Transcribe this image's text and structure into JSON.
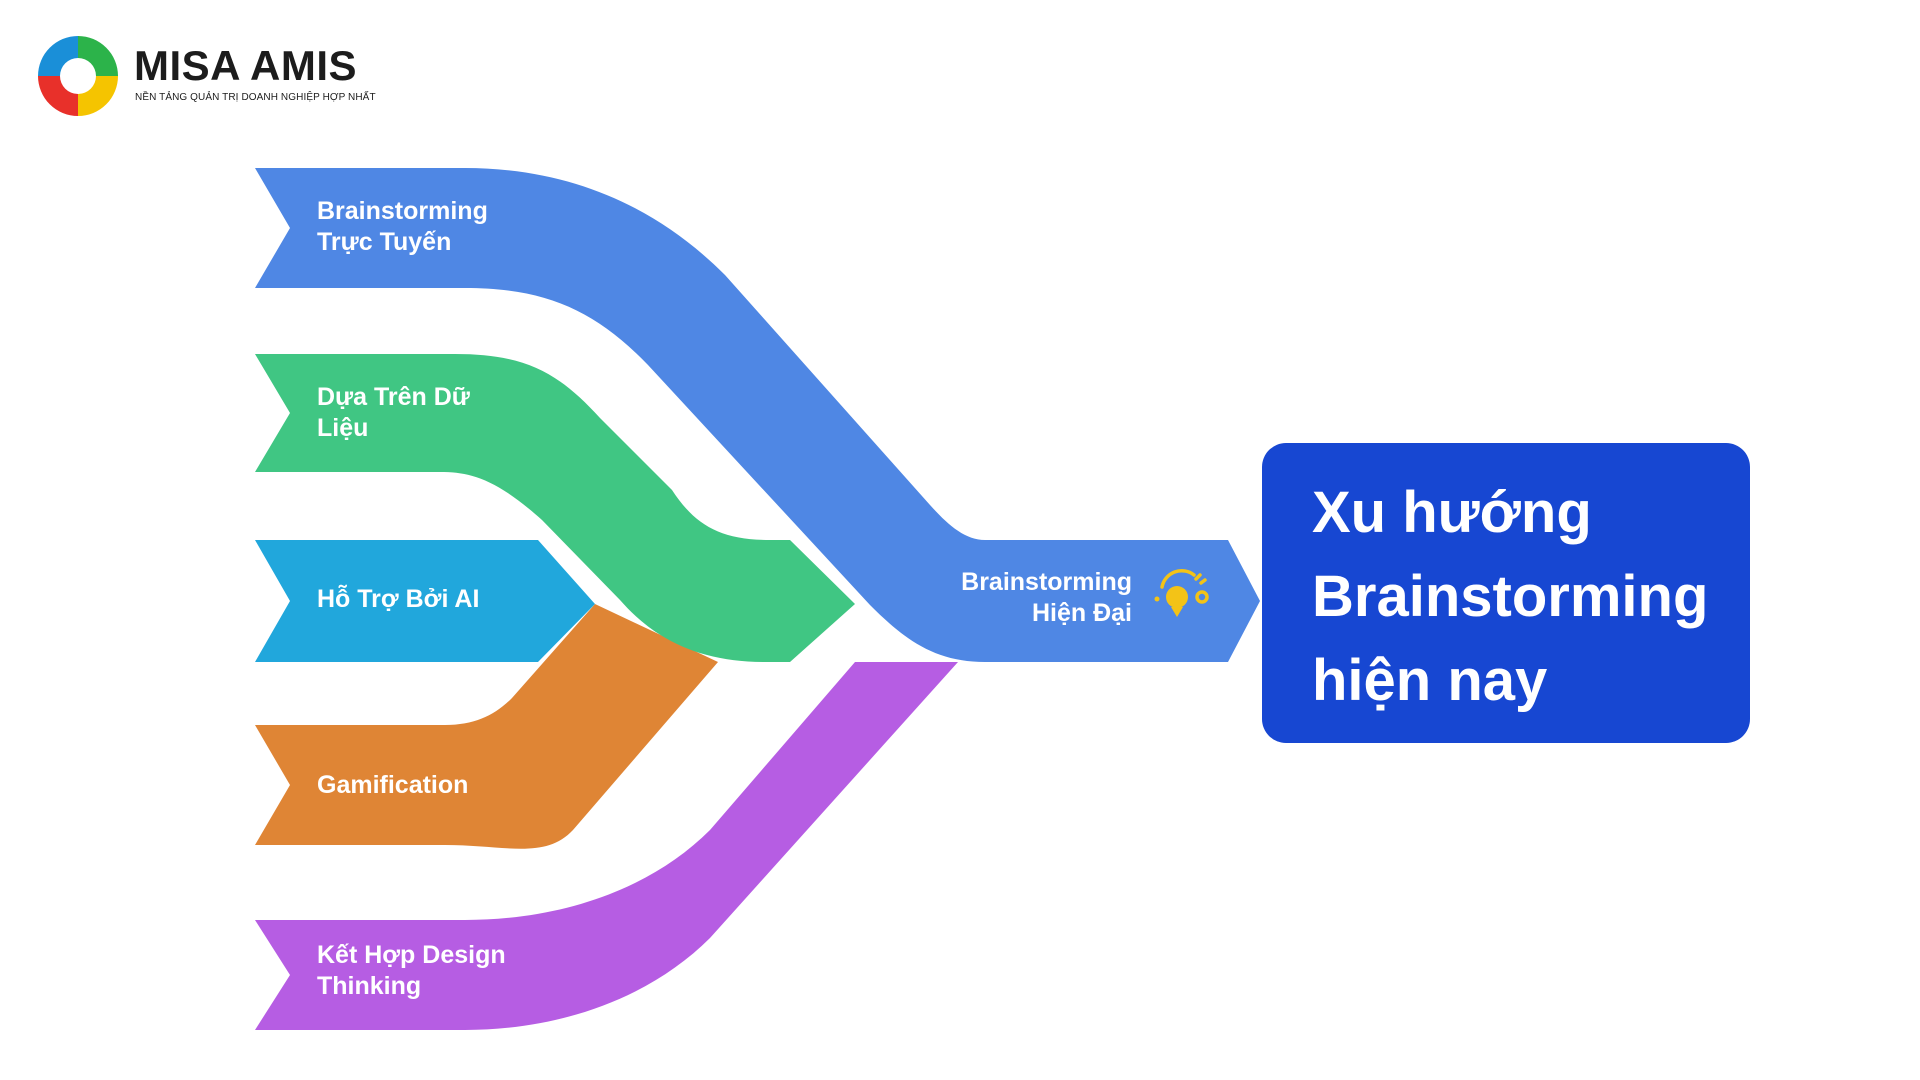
{
  "brand": {
    "name": "MISA AMIS",
    "tagline": "NỀN TẢNG QUẢN TRỊ DOANH NGHIỆP HỢP NHẤT",
    "logo_colors": [
      "#e8302a",
      "#1a8fd8",
      "#2cb34a",
      "#f5c400"
    ]
  },
  "trends": [
    {
      "label": "Brainstorming\nTrực Tuyến",
      "color": "#4f87e4"
    },
    {
      "label": "Dựa Trên Dữ\nLiệu",
      "color": "#40c683"
    },
    {
      "label": "Hỗ Trợ Bởi AI",
      "color": "#21a7dc"
    },
    {
      "label": "Gamification",
      "color": "#df8535"
    },
    {
      "label": "Kết Hợp Design\nThinking",
      "color": "#b65de3"
    }
  ],
  "merge": {
    "label": "Brainstorming\nHiện Đại",
    "color": "#4f87e4",
    "icon": "lightbulb-icon",
    "icon_color": "#f3c317"
  },
  "result": {
    "title": "Xu hướng\nBrainstorming\nhiện nay",
    "color": "#1747d2"
  }
}
